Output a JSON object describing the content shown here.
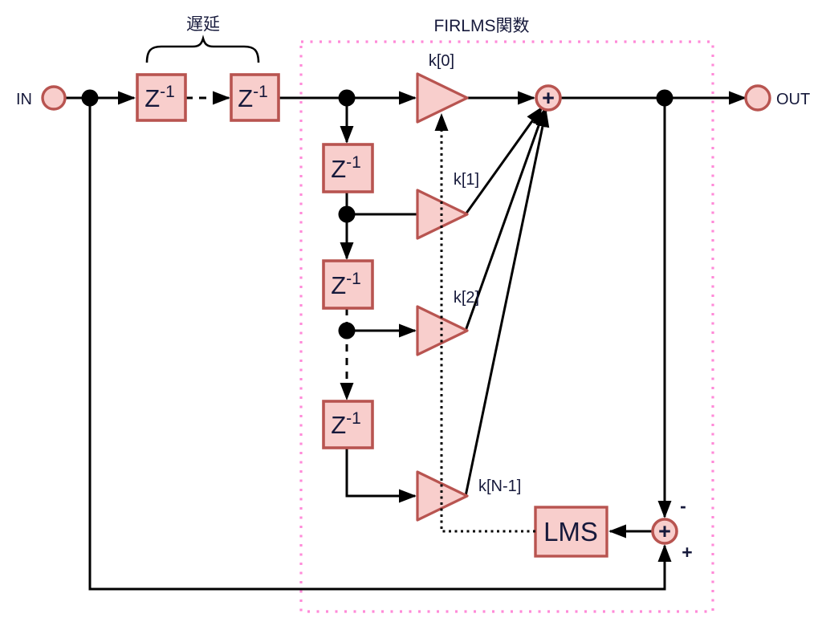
{
  "diagram": {
    "input_label": "IN",
    "output_label": "OUT",
    "delay_group_label": "遅延",
    "function_box_label": "FIRLMS関数",
    "unit_delay": {
      "base": "Z",
      "sup": "-1"
    },
    "gain_labels": [
      "k[0]",
      "k[1]",
      "k[2]",
      "k[N-1]"
    ],
    "lms_label": "LMS",
    "output_summer_symbol": "+",
    "error_summer": {
      "symbol": "+",
      "minus_port": "-",
      "plus_port": "+"
    }
  },
  "colors": {
    "node_fill": "#F8CECC",
    "node_stroke": "#B85450",
    "line": "#000000",
    "function_box_border": "#FF8AD8",
    "text": "#16193B",
    "background": "#FFFFFF"
  }
}
